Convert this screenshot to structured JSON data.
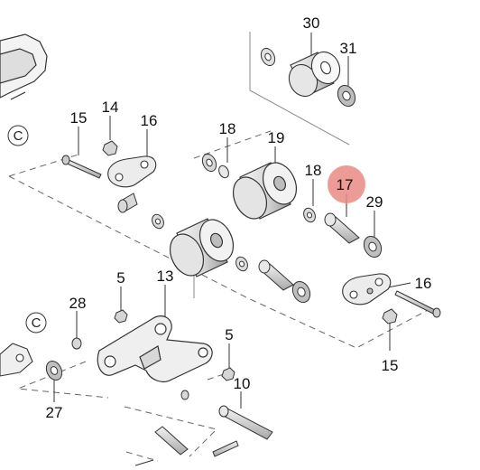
{
  "diagram": {
    "highlight_color": "#e98a85",
    "callouts": {
      "c30": "30",
      "c31": "31",
      "c15a": "15",
      "c14": "14",
      "c16a": "16",
      "c18a": "18",
      "c19": "19",
      "c18b": "18",
      "c17": "17",
      "c29": "29",
      "c16b": "16",
      "c15b": "15",
      "c5a": "5",
      "c13": "13",
      "c28": "28",
      "c5b": "5",
      "c10": "10",
      "c27": "27"
    },
    "ref_a": "C",
    "ref_b": "C"
  }
}
